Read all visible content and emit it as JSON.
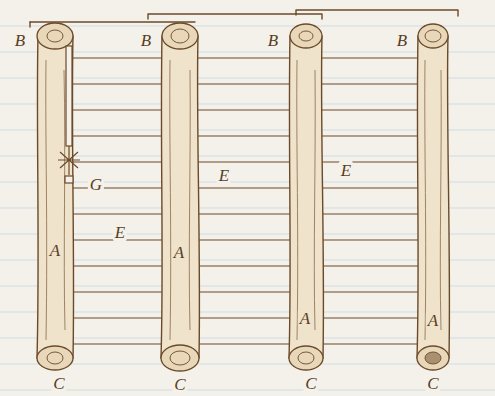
{
  "diagram": {
    "labels": [
      "B",
      "B",
      "B",
      "B",
      "G",
      "E",
      "E",
      "E",
      "A",
      "A",
      "A",
      "A",
      "C",
      "C",
      "C",
      "C"
    ]
  }
}
